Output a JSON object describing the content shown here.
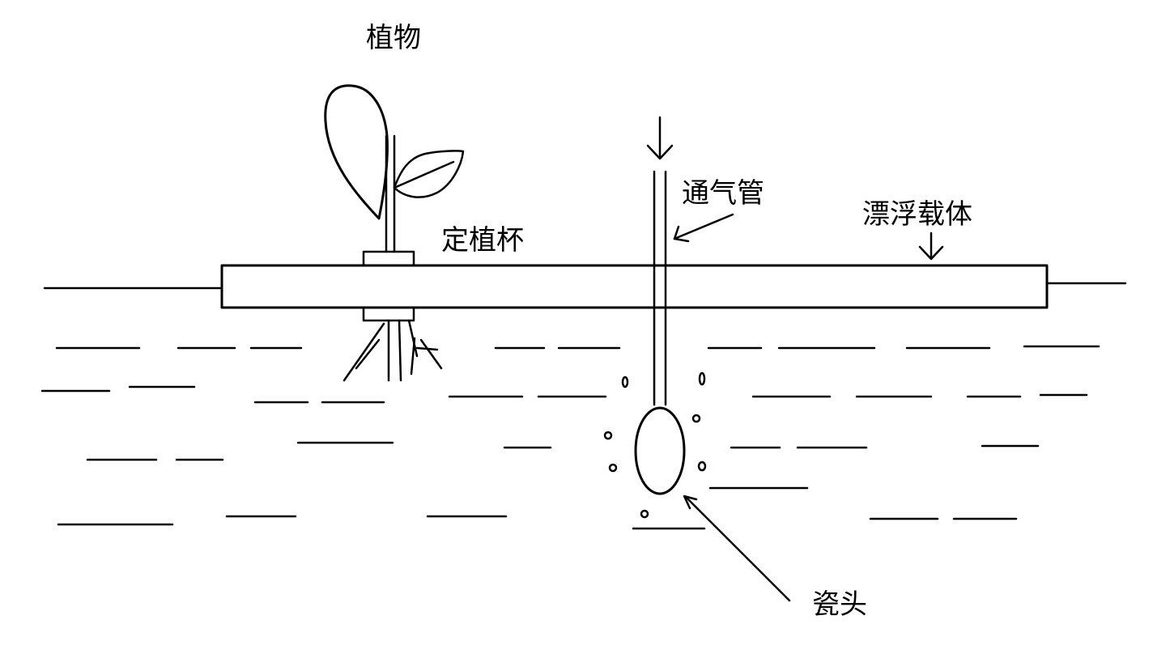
{
  "labels": {
    "plant": "植物",
    "planting_cup": "定植杯",
    "air_tube": "通气管",
    "floating_carrier": "漂浮载体",
    "ceramic_head": "瓷头"
  },
  "colors": {
    "line": "#000000",
    "background": "#ffffff"
  }
}
